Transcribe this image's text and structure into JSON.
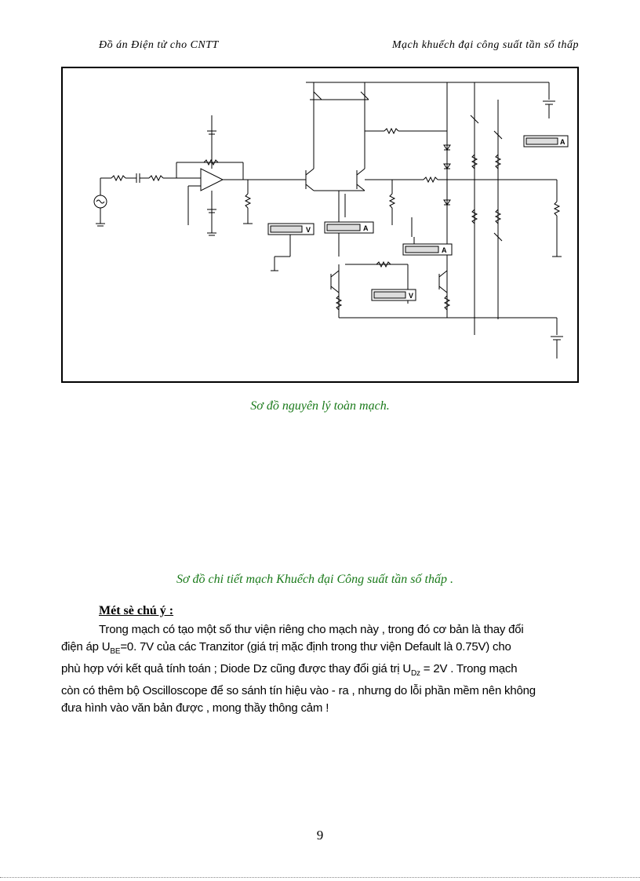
{
  "header": {
    "left": "Đồ án Điện tử cho CNTT",
    "right": "Mạch khuếch đại công suất tần số thấp"
  },
  "figure": {
    "voltmeter1": "V",
    "ammeter1": "A",
    "ammeter2": "A",
    "voltmeter2": "V",
    "ammeter3": "A"
  },
  "caption_main": "Sơ đồ nguyên lý toàn mạch.",
  "caption_detail": "Sơ đồ chi tiết mạch Khuếch đại Công suất tần số thấp .",
  "note": {
    "title": "Mét sè chú ý :",
    "line1": "Trong mạch có tạo một số thư viện riêng cho mạch này , trong đó cơ bản là thay đổi",
    "line2_a": "điện áp U",
    "line2_sub": "BE",
    "line2_b": "=0. 7V của các Tranzitor (giá trị mặc định trong thư viện Default là 0.75V) cho",
    "line3_a": "phù hợp với kết quả tính toán ; Diode Dz cũng được thay đổi giá trị U",
    "line3_sub": "Dz",
    "line3_b": " = 2V . Trong mạch",
    "line4": "còn có thêm bộ Oscilloscope để so sánh tín hiệu vào - ra , nhưng do lỗi phần mềm nên không",
    "line5": "đưa hình vào văn bản được , mong thầy thông cảm !"
  },
  "page_number": "9"
}
